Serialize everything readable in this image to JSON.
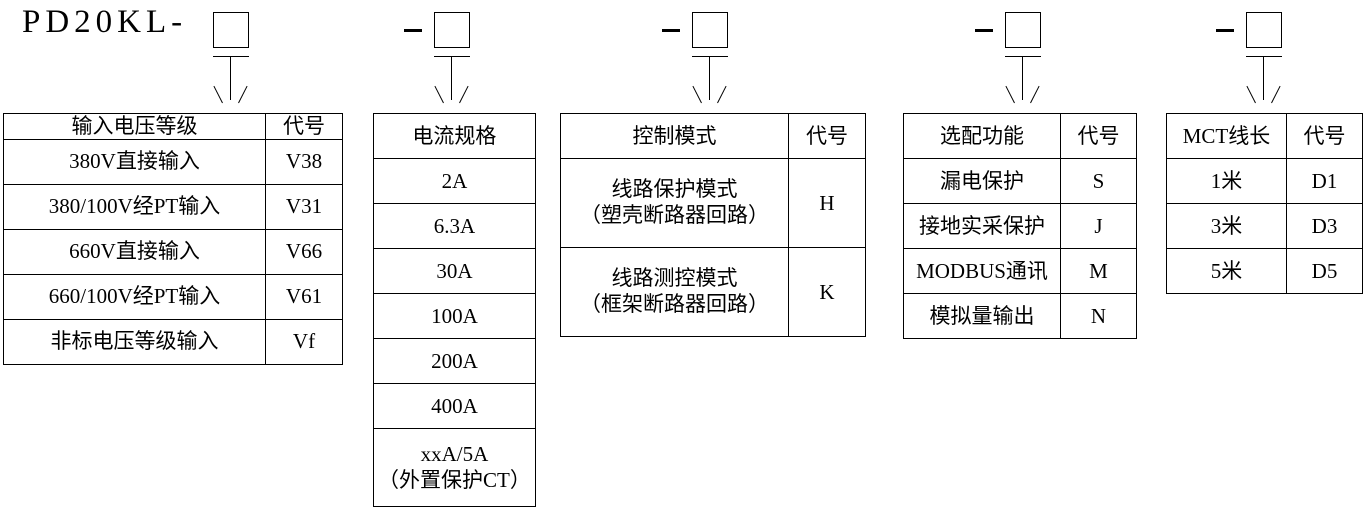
{
  "model": {
    "prefix": "PD20KL-",
    "separator": "-",
    "segments": 5
  },
  "tables": [
    {
      "id": "input-voltage-level",
      "headers": [
        "输入电压等级",
        "代号"
      ],
      "has_code_column": true,
      "rows": [
        {
          "name": "380V直接输入",
          "code": "V38"
        },
        {
          "name": "380/100V经PT输入",
          "code": "V31"
        },
        {
          "name": "660V直接输入",
          "code": "V66"
        },
        {
          "name": "660/100V经PT输入",
          "code": "V61"
        },
        {
          "name": "非标电压等级输入",
          "code": "Vf"
        }
      ]
    },
    {
      "id": "current-specification",
      "headers": [
        "电流规格"
      ],
      "has_code_column": false,
      "rows": [
        {
          "name": "2A"
        },
        {
          "name": "6.3A"
        },
        {
          "name": "30A"
        },
        {
          "name": "100A"
        },
        {
          "name": "200A"
        },
        {
          "name": "400A"
        },
        {
          "name": "xxA/5A",
          "name2": "（外置保护CT）"
        }
      ]
    },
    {
      "id": "control-mode",
      "headers": [
        "控制模式",
        "代号"
      ],
      "has_code_column": true,
      "rows": [
        {
          "name": "线路保护模式",
          "name2": "（塑壳断路器回路）",
          "code": "H"
        },
        {
          "name": "线路测控模式",
          "name2": "（框架断路器回路）",
          "code": "K"
        }
      ]
    },
    {
      "id": "optional-function",
      "headers": [
        "选配功能",
        "代号"
      ],
      "has_code_column": true,
      "rows": [
        {
          "name": "漏电保护",
          "code": "S"
        },
        {
          "name": "接地实采保护",
          "code": "J"
        },
        {
          "name": "MODBUS通讯",
          "code": "M"
        },
        {
          "name": "模拟量输出",
          "code": "N"
        }
      ]
    },
    {
      "id": "mct-cable-length",
      "headers": [
        "MCT线长",
        "代号"
      ],
      "has_code_column": true,
      "rows": [
        {
          "name": "1米",
          "code": "D1"
        },
        {
          "name": "3米",
          "code": "D3"
        },
        {
          "name": "5米",
          "code": "D5"
        }
      ]
    }
  ],
  "colors": {
    "line": "#000000",
    "background": "#ffffff",
    "text": "#000000"
  }
}
